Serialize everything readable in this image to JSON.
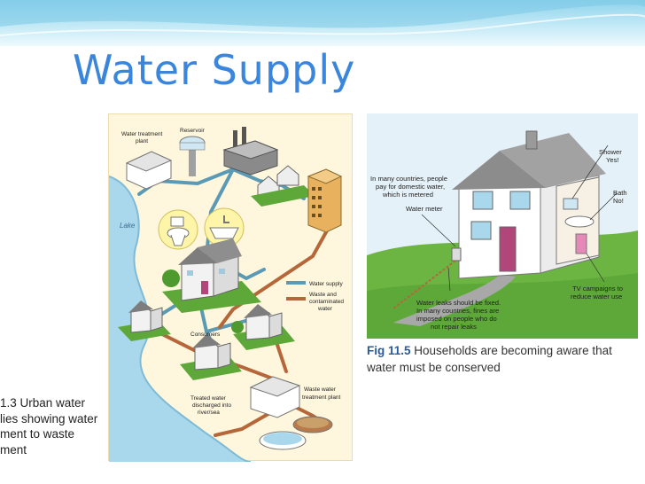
{
  "slide": {
    "title": "Water Supply",
    "left_caption_lines": [
      "1.3 Urban water",
      "lies showing water",
      "ment to waste",
      "ment"
    ]
  },
  "fig_left": {
    "labels": {
      "treatment_plant": [
        "Water treatment",
        "plant"
      ],
      "reservoir": "Reservoir",
      "lake": "Lake",
      "consumers": "Consumers",
      "treated_water": [
        "Treated water",
        "discharged into",
        "river/sea"
      ],
      "waste_plant": [
        "Waste water",
        "treatment plant"
      ]
    },
    "legend": {
      "water_supply": "Water supply",
      "waste": [
        "Waste and",
        "contaminated",
        "water"
      ]
    },
    "colors": {
      "supply": "#5a9ab5",
      "waste": "#b5673a",
      "grass": "#5ea83a",
      "water": "#a9d7ec"
    }
  },
  "fig_right": {
    "labels": {
      "shower": [
        "Shower",
        "Yes!"
      ],
      "bath": [
        "Bath",
        "No!"
      ],
      "pay": [
        "In many countries, people",
        "pay for domestic water,",
        "which is metered"
      ],
      "meter": "Water meter",
      "leaks": [
        "Water leaks should be fixed.",
        "In many countries, fines are",
        "imposed on people who do",
        "not repair leaks"
      ],
      "tv": [
        "TV campaigns to",
        "reduce water use"
      ]
    },
    "caption_label": "Fig 11.5",
    "caption_text": "Households are becoming aware that water must be conserved"
  }
}
